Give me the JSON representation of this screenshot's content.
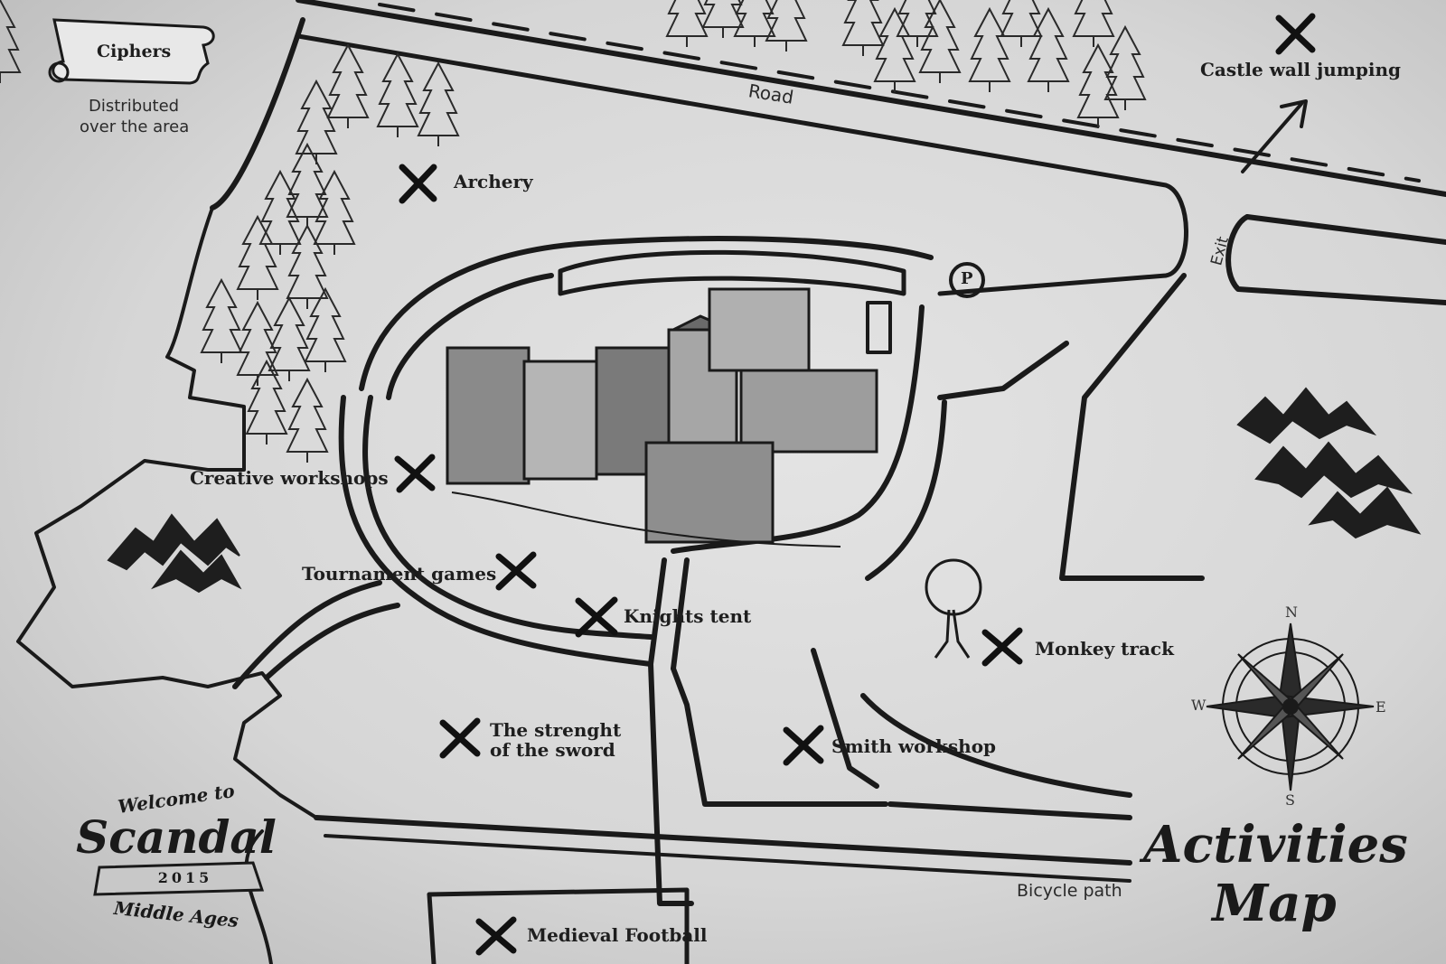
{
  "map": {
    "title_line1": "Activities",
    "title_line2": "Map",
    "welcome_line1": "Welcome to",
    "welcome_brand": "Scandal",
    "welcome_year": "2015",
    "welcome_line2": "Middle Ages",
    "scroll_label": "Ciphers",
    "scroll_caption_line1": "Distributed",
    "scroll_caption_line2": "over the area",
    "road_label": "Road",
    "exit_label": "Exit",
    "bicycle_label": "Bicycle path",
    "parking_label": "P",
    "activities": {
      "archery": "Archery",
      "creative": "Creative workshops",
      "tournament": "Tournament games",
      "knights": "Knights tent",
      "monkey": "Monkey track",
      "sword_line1": "The strenght",
      "sword_line2": "of the sword",
      "smith": "Smith workshop",
      "football": "Medieval Football",
      "castle_wall": "Castle wall jumping"
    },
    "compass": {
      "n": "N",
      "s": "S",
      "e": "E",
      "w": "W"
    }
  }
}
